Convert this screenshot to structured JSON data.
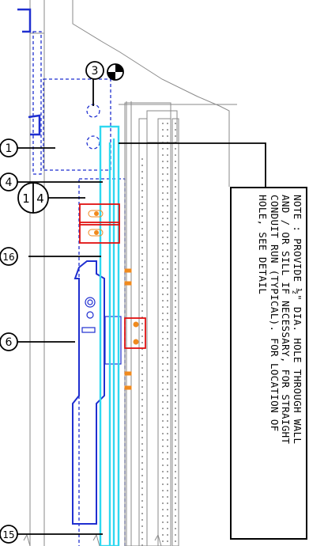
{
  "note": {
    "lines": [
      "NOTE : PROVIDE ½\" DIA. HOLE THROUGH WALL",
      "AND / OR SILL IF NECESSARY, FOR STRAIGHT",
      "CONDUIT RUN (TYPICAL). FOR LOCATION OF",
      "HOLE, SEE DETAIL"
    ]
  },
  "callouts": {
    "c1": "1",
    "c3": "3",
    "c4": "4",
    "c16": "16",
    "c6": "6",
    "c15": "15",
    "detail_num": "4",
    "detail_sheet": "1"
  },
  "colors": {
    "linework": "#000000",
    "hidden": "#1f2fd0",
    "glass": "#2fd8f0",
    "anchor": "#e01010",
    "hardware": "#f08a1e",
    "frame_gray": "#8a8a8a"
  }
}
